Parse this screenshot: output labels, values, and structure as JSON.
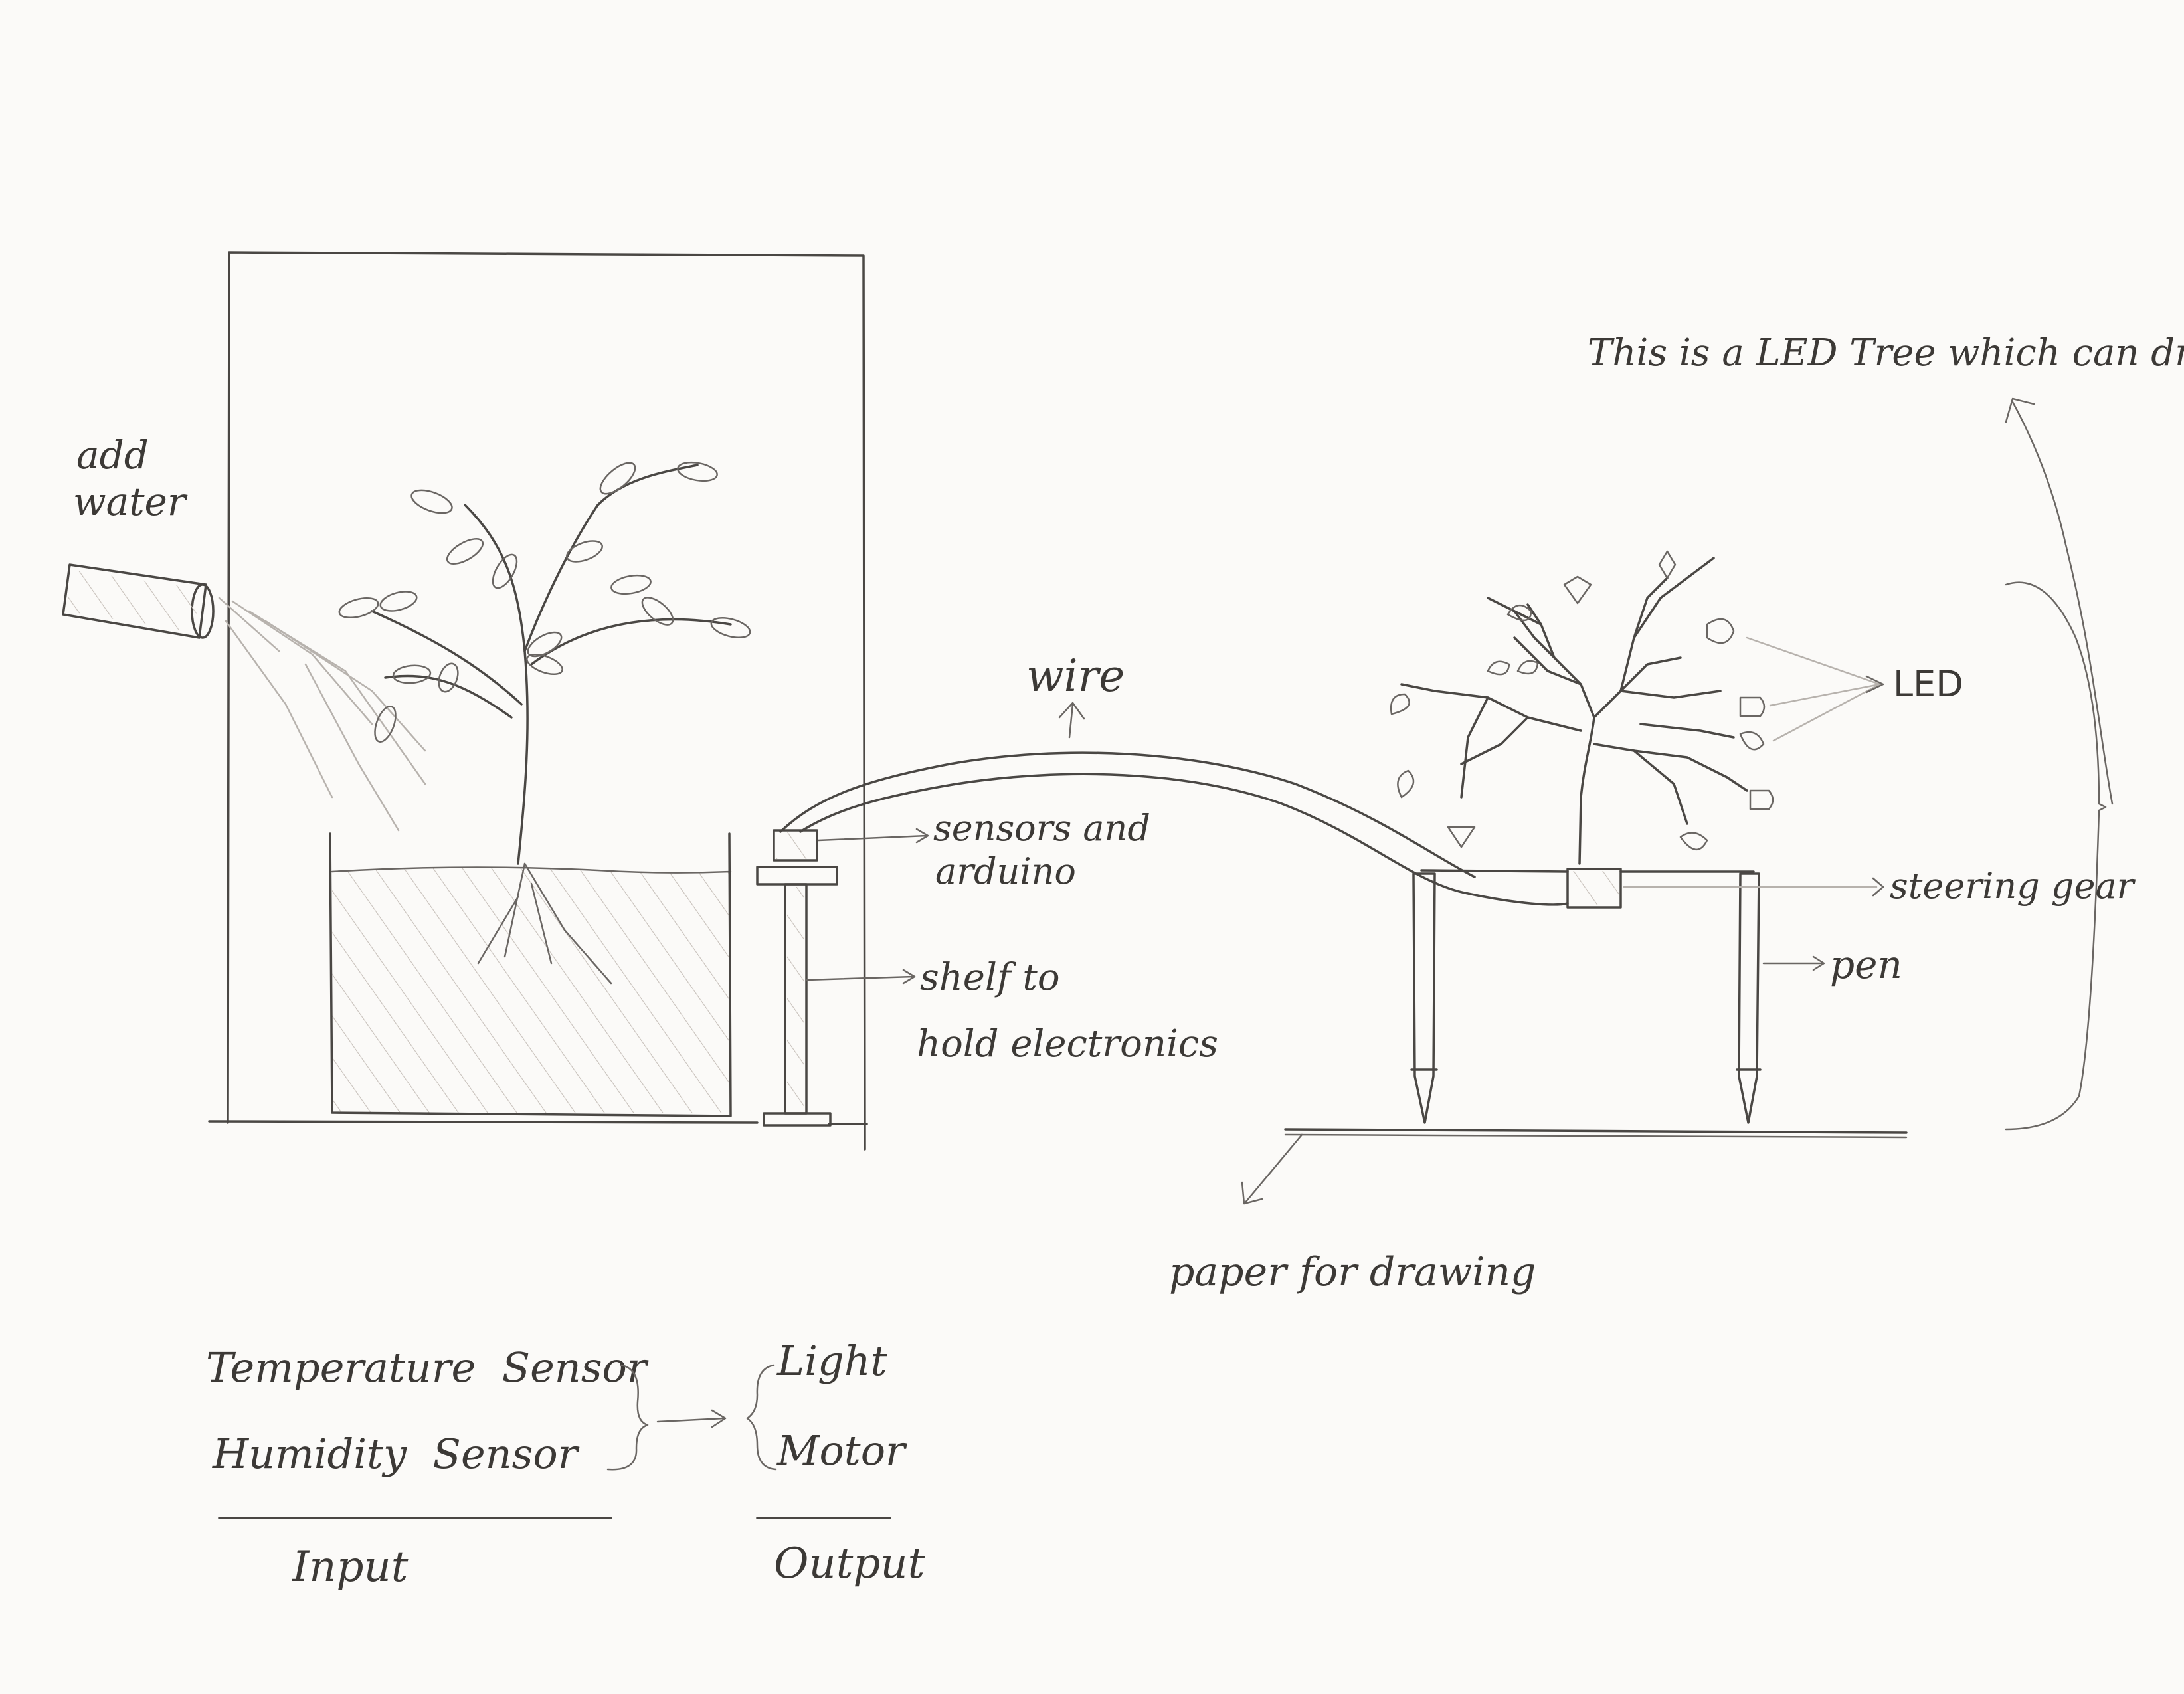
{
  "labels": {
    "add_water_1": "add",
    "add_water_2": "water",
    "wire": "wire",
    "sensors_1": "sensors and",
    "sensors_2": "arduino",
    "shelf_1": "shelf to",
    "shelf_2": "hold electronics",
    "caption": "This is a LED Tree which can draw.",
    "led": "LED",
    "steering_gear": "steering gear",
    "pen": "pen",
    "paper": "paper for drawing"
  },
  "io": {
    "inputs": [
      "Temperature  Sensor",
      "Humidity  Sensor"
    ],
    "outputs": [
      "Light",
      "Motor"
    ],
    "input_heading": "Input",
    "output_heading": "Output"
  }
}
